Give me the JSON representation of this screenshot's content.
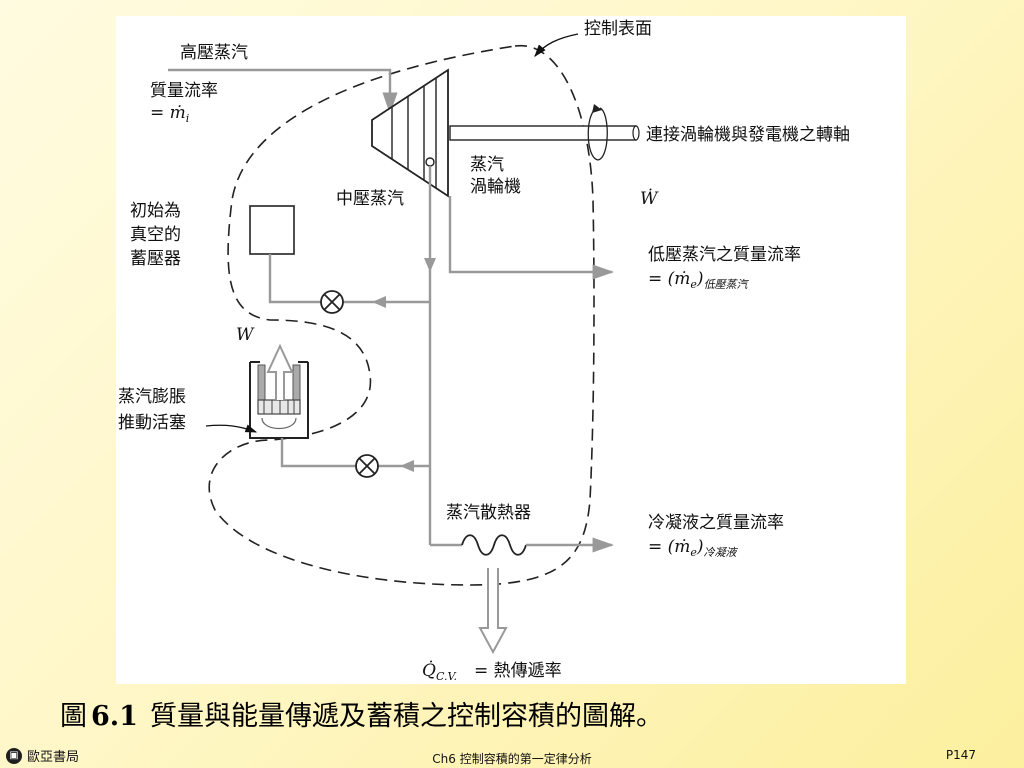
{
  "diagram": {
    "control_surface": "控制表面",
    "high_pressure_steam": "高壓蒸汽",
    "mass_flow_in_1": "質量流率",
    "mass_flow_in_2": "= ṁ",
    "mass_flow_in_sub": "i",
    "shaft": "連接渦輪機與發電機之轉軸",
    "medium_pressure_steam": "中壓蒸汽",
    "turbine_1": "蒸汽",
    "turbine_2": "渦輪機",
    "work_rate": "Ẇ",
    "tank_1": "初始為",
    "tank_2": "真空的",
    "tank_3": "蓄壓器",
    "lp_flow_title": "低壓蒸汽之質量流率",
    "lp_flow_eq": "= (ṁ",
    "lp_flow_e": "e",
    "lp_flow_close": ")",
    "lp_flow_sub": "低壓蒸汽",
    "work_w": "W",
    "piston_1": "蒸汽膨脹",
    "piston_2": "推動活塞",
    "radiator": "蒸汽散熱器",
    "cond_flow_title": "冷凝液之質量流率",
    "cond_flow_eq": "= (ṁ",
    "cond_flow_e": "e",
    "cond_flow_close": ")",
    "cond_flow_sub": "冷凝液",
    "heat_q": "Q̇",
    "heat_sub": "C.V.",
    "heat_rate": "= 熱傳遞率"
  },
  "caption": {
    "label": "圖",
    "number": "6.1",
    "text": "質量與能量傳遞及蓄積之控制容積的圖解。"
  },
  "footer": {
    "logo": "▣",
    "publisher": "歐亞書局",
    "chapter": "Ch6 控制容積的第一定律分析",
    "page": "P147"
  }
}
